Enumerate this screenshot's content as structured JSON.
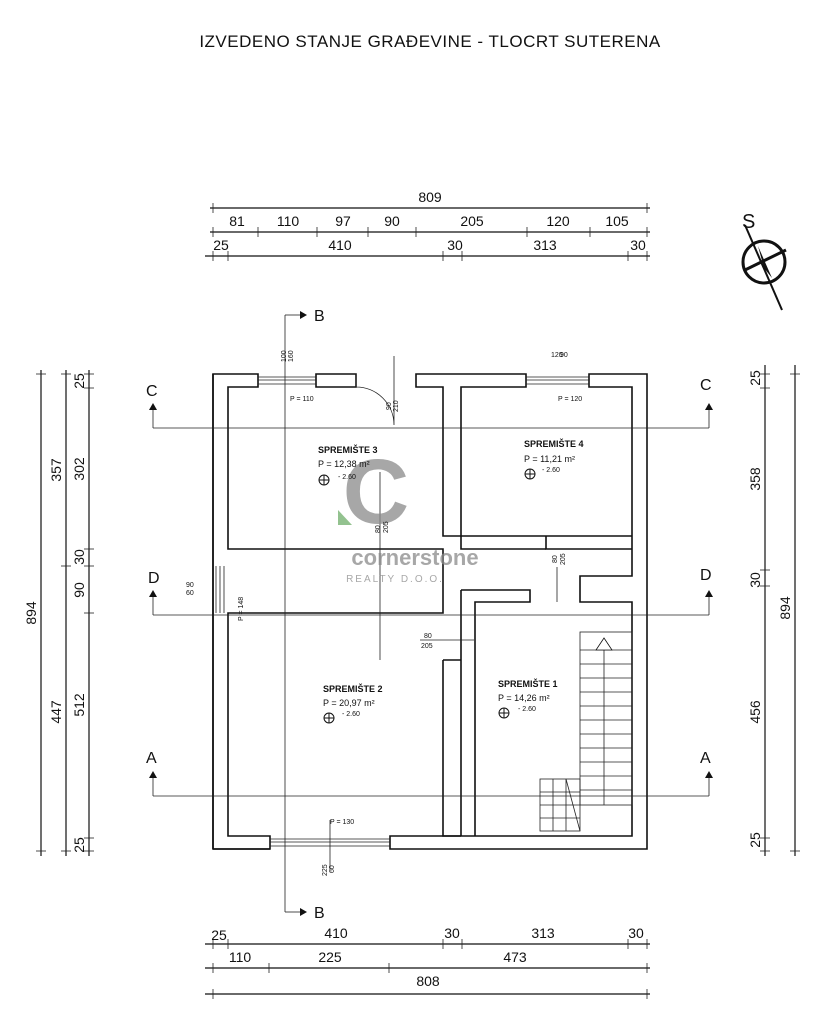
{
  "title": "IZVEDENO STANJE GRAĐEVINE - TLOCRT SUTERENA",
  "top_dims": {
    "total": "809",
    "row1": [
      "81",
      "110",
      "97",
      "90",
      "205",
      "120",
      "105"
    ],
    "row2": [
      "25",
      "410",
      "30",
      "313",
      "30"
    ]
  },
  "bottom_dims": {
    "row1": [
      "25",
      "410",
      "30",
      "313",
      "30"
    ],
    "row2": [
      "110",
      "225",
      "473"
    ],
    "total": "808"
  },
  "left_dims": {
    "total": "894",
    "col1": [
      "357",
      "447"
    ],
    "col2": [
      "25",
      "302",
      "30",
      "90",
      "512",
      "25"
    ]
  },
  "right_dims": {
    "total": "894",
    "col1": [
      "25",
      "358",
      "30",
      "456",
      "25"
    ]
  },
  "sections": {
    "c_left": "C",
    "c_right": "C",
    "d_left": "D",
    "d_right": "D",
    "a_left": "A",
    "a_right": "A",
    "b_top": "B",
    "b_bottom": "B"
  },
  "north": "S",
  "rooms": [
    {
      "name": "SPREMIŠTE 3",
      "area": "P = 12,38 m²",
      "level": "- 2.60"
    },
    {
      "name": "SPREMIŠTE 4",
      "area": "P = 11,21 m²",
      "level": "- 2.60"
    },
    {
      "name": "SPREMIŠTE 2",
      "area": "P = 20,97 m²",
      "level": "- 2.60"
    },
    {
      "name": "SPREMIŠTE 1",
      "area": "P = 14,26 m²",
      "level": "- 2.60"
    }
  ],
  "annotations": {
    "p110": "P = 110",
    "p120": "P = 120",
    "p130": "P = 130",
    "p148": "P = 148",
    "win_top_left_a": "100",
    "win_top_left_b": "160",
    "win_top_right_a": "120",
    "win_top_right_b": "90",
    "door_top_a": "90",
    "door_top_b": "210",
    "door_s3_a": "80",
    "door_s3_b": "205",
    "door_s4_a": "80",
    "door_s4_b": "205",
    "door_mid_a": "80",
    "door_mid_b": "205",
    "win_left_a": "90",
    "win_left_b": "60",
    "win_bottom_a": "225",
    "win_bottom_b": "60"
  },
  "watermark": {
    "letter": "C",
    "name": "cornerstone",
    "sub": "REALTY D.O.O."
  }
}
